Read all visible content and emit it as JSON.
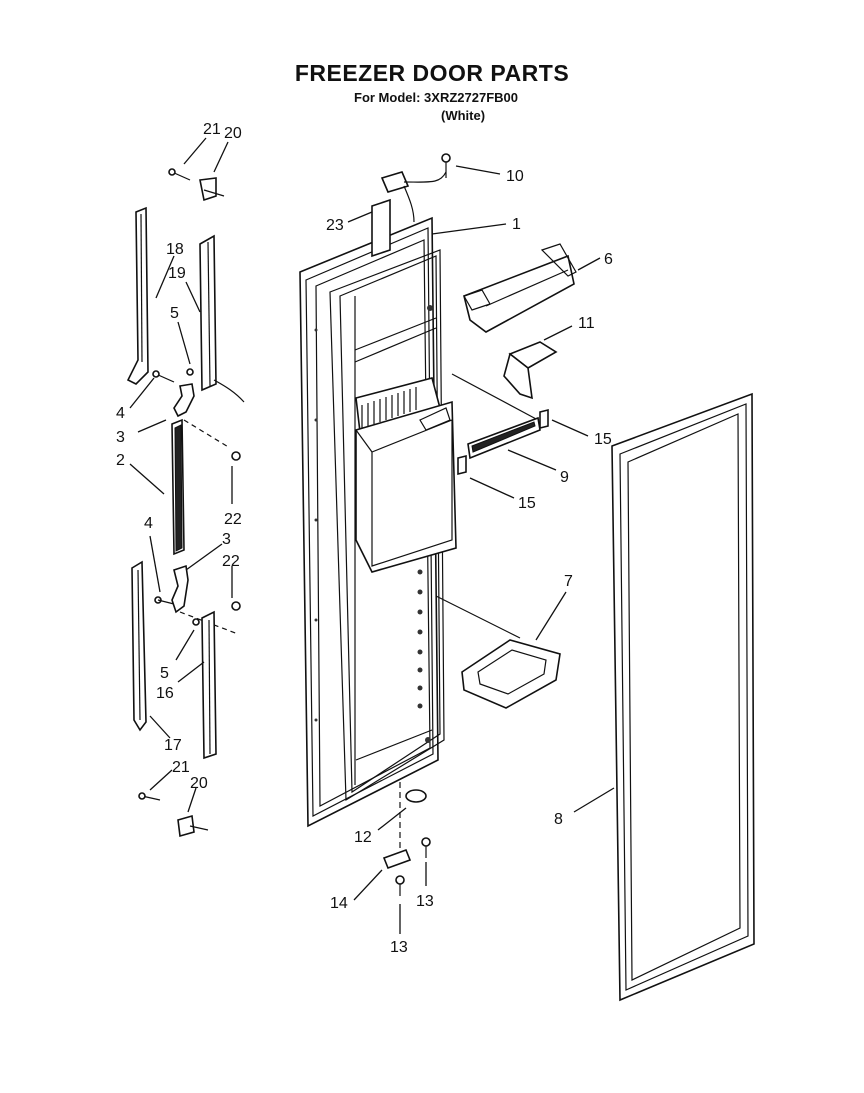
{
  "title": "FREEZER DOOR PARTS",
  "model_line": "For Model: 3XRZ2727FB00",
  "model_note": "(White)",
  "callouts": {
    "c21a": "21",
    "c20a": "20",
    "c10": "10",
    "c23": "23",
    "c1": "1",
    "c18": "18",
    "c19": "19",
    "c5a": "5",
    "c6": "6",
    "c11": "11",
    "c4a": "4",
    "c3a": "3",
    "c15a": "15",
    "c2": "2",
    "c9": "9",
    "c15b": "15",
    "c22a": "22",
    "c4b": "4",
    "c3b": "3",
    "c22b": "22",
    "c7": "7",
    "c5b": "5",
    "c16": "16",
    "c17": "17",
    "c21b": "21",
    "c20b": "20",
    "c8": "8",
    "c12": "12",
    "c14": "14",
    "c13a": "13",
    "c13b": "13"
  }
}
